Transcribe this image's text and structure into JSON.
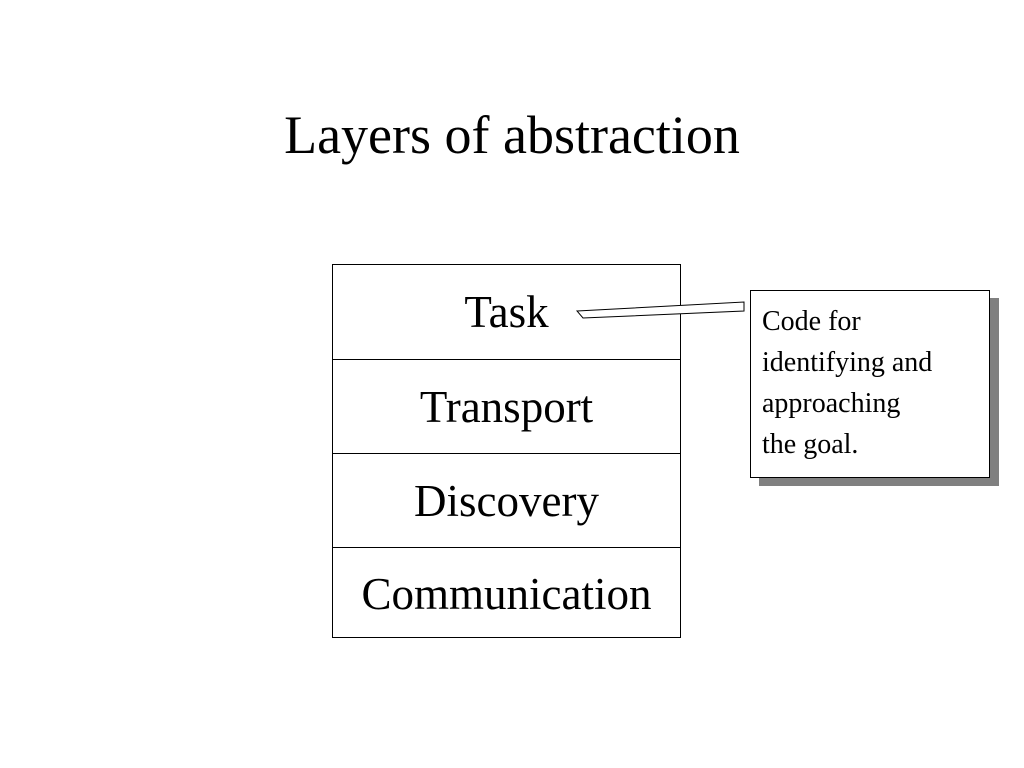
{
  "title": "Layers of abstraction",
  "layers": [
    {
      "label": "Task"
    },
    {
      "label": "Transport"
    },
    {
      "label": "Discovery"
    },
    {
      "label": "Communication"
    }
  ],
  "callout": {
    "text": "Code for\nidentifying and\napproaching\nthe goal."
  },
  "colors": {
    "text": "#000000",
    "border": "#000000",
    "shadow": "#808080",
    "background": "#ffffff"
  }
}
